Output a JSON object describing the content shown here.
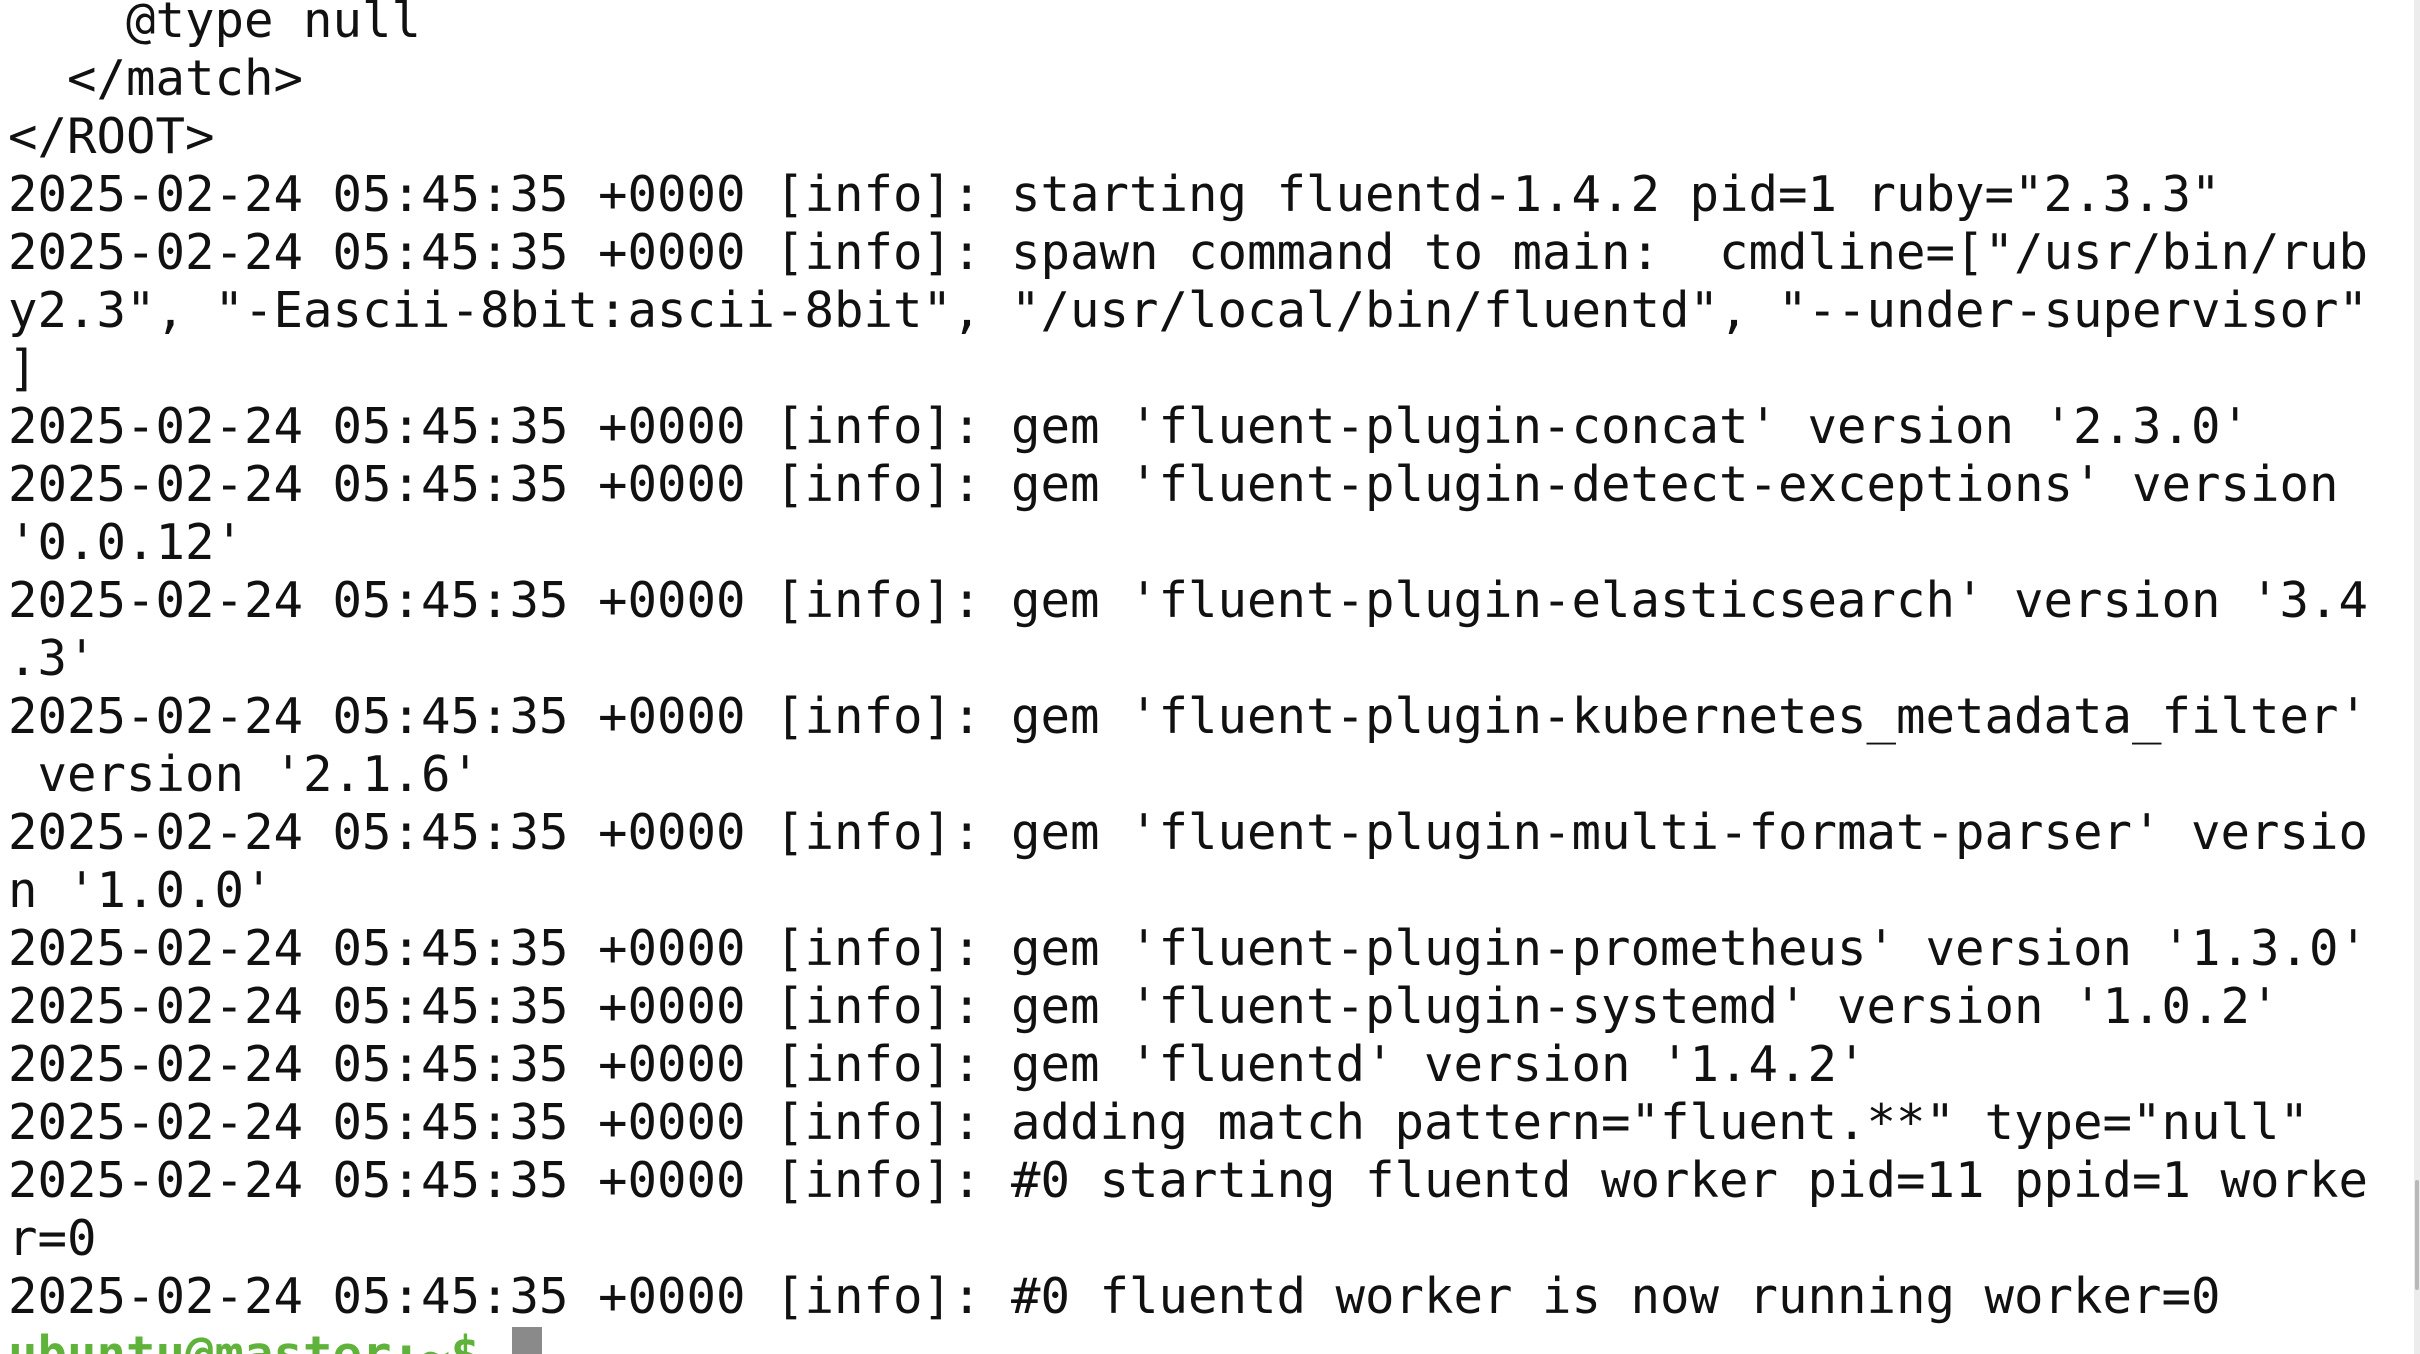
{
  "terminal": {
    "lines": [
      "    @type null",
      "  </match>",
      "</ROOT>",
      "2025-02-24 05:45:35 +0000 [info]: starting fluentd-1.4.2 pid=1 ruby=\"2.3.3\"",
      "2025-02-24 05:45:35 +0000 [info]: spawn command to main:  cmdline=[\"/usr/bin/rub",
      "y2.3\", \"-Eascii-8bit:ascii-8bit\", \"/usr/local/bin/fluentd\", \"--under-supervisor\"",
      "]",
      "2025-02-24 05:45:35 +0000 [info]: gem 'fluent-plugin-concat' version '2.3.0'",
      "2025-02-24 05:45:35 +0000 [info]: gem 'fluent-plugin-detect-exceptions' version",
      "'0.0.12'",
      "2025-02-24 05:45:35 +0000 [info]: gem 'fluent-plugin-elasticsearch' version '3.4",
      ".3'",
      "2025-02-24 05:45:35 +0000 [info]: gem 'fluent-plugin-kubernetes_metadata_filter'",
      " version '2.1.6'",
      "2025-02-24 05:45:35 +0000 [info]: gem 'fluent-plugin-multi-format-parser' versio",
      "n '1.0.0'",
      "2025-02-24 05:45:35 +0000 [info]: gem 'fluent-plugin-prometheus' version '1.3.0'",
      "2025-02-24 05:45:35 +0000 [info]: gem 'fluent-plugin-systemd' version '1.0.2'",
      "2025-02-24 05:45:35 +0000 [info]: gem 'fluentd' version '1.4.2'",
      "2025-02-24 05:45:35 +0000 [info]: adding match pattern=\"fluent.**\" type=\"null\"",
      "2025-02-24 05:45:35 +0000 [info]: #0 starting fluentd worker pid=11 ppid=1 worke",
      "r=0",
      "2025-02-24 05:45:35 +0000 [info]: #0 fluentd worker is now running worker=0"
    ],
    "prompt": "ubuntu@master:~$ ",
    "prompt_color": "#5fb33a",
    "text_color": "#111111",
    "background_color": "#ffffff"
  }
}
